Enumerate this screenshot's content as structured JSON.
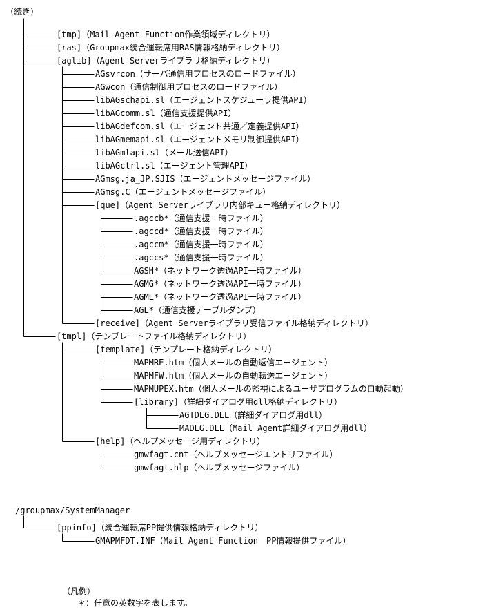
{
  "continued_label": "（続き）",
  "tree": [
    {
      "label": "[tmp]（Mail Agent Function作業領域ディレクトリ）",
      "children": []
    },
    {
      "label": "[ras]（Groupmax統合運転席用RAS情報格納ディレクトリ）",
      "children": []
    },
    {
      "label": "[aglib]（Agent Serverライブラリ格納ディレクトリ）",
      "children": [
        {
          "label": "AGsvrcon（サーバ通信用プロセスのロードファイル）",
          "children": []
        },
        {
          "label": "AGwcon（通信制御用プロセスのロードファイル）",
          "children": []
        },
        {
          "label": "libAGschapi.sl（エージェントスケジューラ提供API）",
          "children": []
        },
        {
          "label": "libAGcomm.sl（通信支援提供API）",
          "children": []
        },
        {
          "label": "libAGdefcom.sl（エージェント共通／定義提供API）",
          "children": []
        },
        {
          "label": "libAGmemapi.sl（エージェントメモリ制御提供API）",
          "children": []
        },
        {
          "label": "libAGmlapi.sl（メール送信API）",
          "children": []
        },
        {
          "label": "libAGctrl.sl（エージェント管理API）",
          "children": []
        },
        {
          "label": "AGmsg.ja_JP.SJIS（エージェントメッセージファイル）",
          "children": []
        },
        {
          "label": "AGmsg.C（エージェントメッセージファイル）",
          "children": []
        },
        {
          "label": "[que]（Agent Serverライブラリ内部キュー格納ディレクトリ）",
          "children": [
            {
              "label": ".agccb*（通信支援一時ファイル）",
              "children": []
            },
            {
              "label": ".agccd*（通信支援一時ファイル）",
              "children": []
            },
            {
              "label": ".agccm*（通信支援一時ファイル）",
              "children": []
            },
            {
              "label": ".agccs*（通信支援一時ファイル）",
              "children": []
            },
            {
              "label": "AGSH*（ネットワーク透過API一時ファイル）",
              "children": []
            },
            {
              "label": "AGMG*（ネットワーク透過API一時ファイル）",
              "children": []
            },
            {
              "label": "AGML*（ネットワーク透過API一時ファイル）",
              "children": []
            },
            {
              "label": "AGL*（通信支援テーブルダンプ）",
              "children": []
            }
          ]
        },
        {
          "label": "[receive]（Agent Serverライブラリ受信ファイル格納ディレクトリ）",
          "children": []
        }
      ]
    },
    {
      "label": "[tmpl]（テンプレートファイル格納ディレクトリ）",
      "children": [
        {
          "label": "[template]（テンプレート格納ディレクトリ）",
          "children": [
            {
              "label": "MAPMRE.htm（個人メールの自動返信エージェント）",
              "children": []
            },
            {
              "label": "MAPMFW.htm（個人メールの自動転送エージェント）",
              "children": []
            },
            {
              "label": "MAPMUPEX.htm（個人メールの監視によるユーザプログラムの自動起動）",
              "children": []
            },
            {
              "label": "[library]（詳細ダイアログ用dll格納ディレクトリ）",
              "children": [
                {
                  "label": "AGTDLG.DLL（詳細ダイアログ用dll）",
                  "children": []
                },
                {
                  "label": "MADLG.DLL（Mail Agent詳細ダイアログ用dll）",
                  "children": []
                }
              ]
            }
          ]
        },
        {
          "label": "[help]（ヘルプメッセージ用ディレクトリ）",
          "children": [
            {
              "label": "gmwfagt.cnt（ヘルプメッセージエントリファイル）",
              "children": []
            },
            {
              "label": "gmwfagt.hlp（ヘルプメッセージファイル）",
              "children": []
            }
          ]
        }
      ]
    }
  ],
  "tree2_root": "/groupmax/SystemManager",
  "tree2": [
    {
      "label": "[ppinfo]（統合運転席PP提供情報格納ディレクトリ）",
      "children": [
        {
          "label": "GMAPMFDT.INF（Mail Agent Function　PP情報提供ファイル）",
          "children": []
        }
      ]
    }
  ],
  "legend": {
    "title": "（凡例）",
    "text": "＊：任意の英数字を表します。"
  }
}
